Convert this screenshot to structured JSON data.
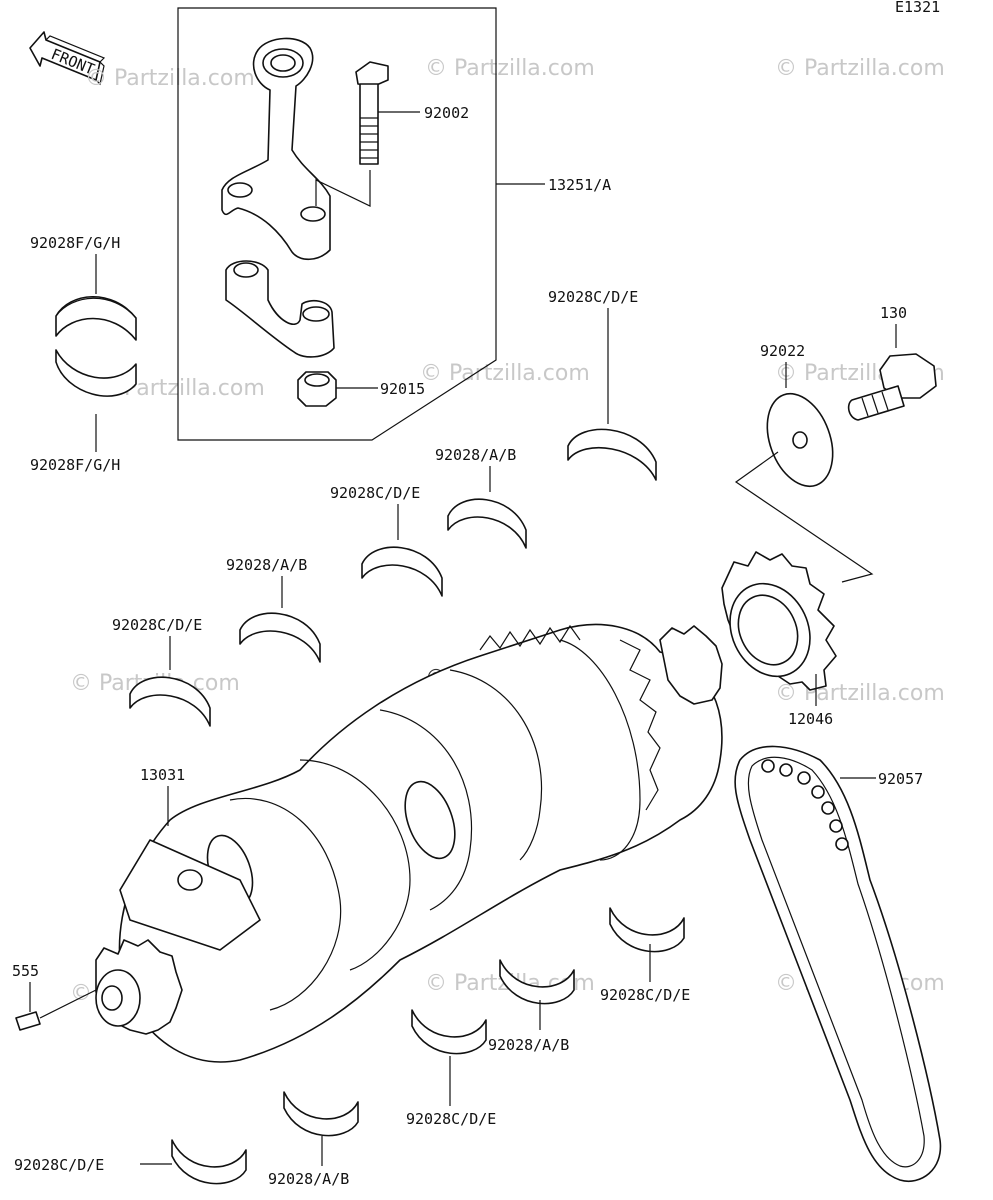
{
  "diagram_code": "E1321",
  "front_label": "FRONT",
  "watermark": "© Partzilla.com",
  "callouts": {
    "p92002": "92002",
    "p13251": "13251/A",
    "p92028fgh_top": "92028F/G/H",
    "p92028fgh_bottom": "92028F/G/H",
    "p92015": "92015",
    "p130": "130",
    "p92022": "92022",
    "p92028cde_1": "92028C/D/E",
    "p92028ab_1": "92028/A/B",
    "p92028cde_2": "92028C/D/E",
    "p92028ab_2": "92028/A/B",
    "p92028cde_3": "92028C/D/E",
    "p12046": "12046",
    "p13031": "13031",
    "p92057": "92057",
    "p555": "555",
    "p92028cde_4": "92028C/D/E",
    "p92028ab_3": "92028/A/B",
    "p92028cde_5": "92028C/D/E",
    "p92028cde_6": "92028C/D/E",
    "p92028ab_4": "92028/A/B"
  }
}
